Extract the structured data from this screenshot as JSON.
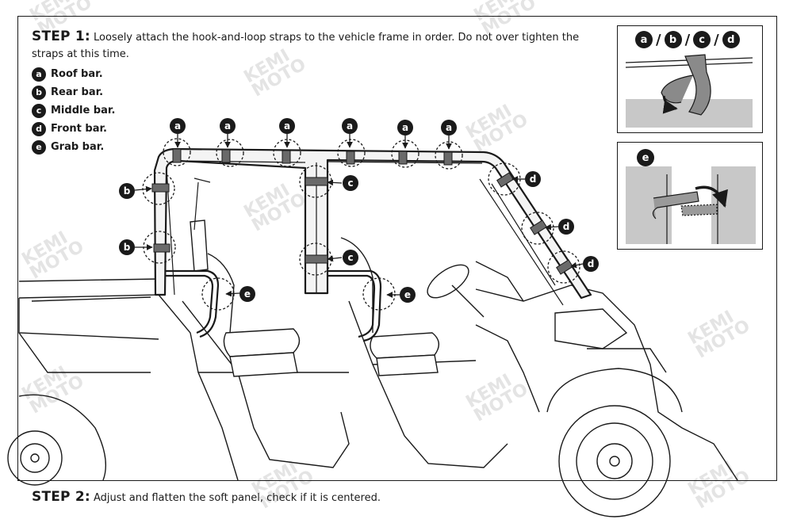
{
  "step1": {
    "label": "STEP 1:",
    "text": "Loosely attach the hook-and-loop straps to the vehicle frame in order. Do not over tighten the straps at this time."
  },
  "legend": [
    {
      "letter": "a",
      "label": "Roof bar."
    },
    {
      "letter": "b",
      "label": "Rear bar."
    },
    {
      "letter": "c",
      "label": "Middle bar."
    },
    {
      "letter": "d",
      "label": "Front bar."
    },
    {
      "letter": "e",
      "label": "Grab bar."
    }
  ],
  "inset1": {
    "letters": [
      "a",
      "b",
      "c",
      "d"
    ],
    "separator": "/"
  },
  "inset2": {
    "letter": "e"
  },
  "callouts": {
    "a": "a",
    "b": "b",
    "c": "c",
    "d": "d",
    "e": "e"
  },
  "step2": {
    "label": "STEP 2:",
    "text": "Adjust and flatten the soft panel, check if it is centered."
  },
  "watermark": {
    "line1": "KEMI",
    "line2": "MOTO"
  }
}
